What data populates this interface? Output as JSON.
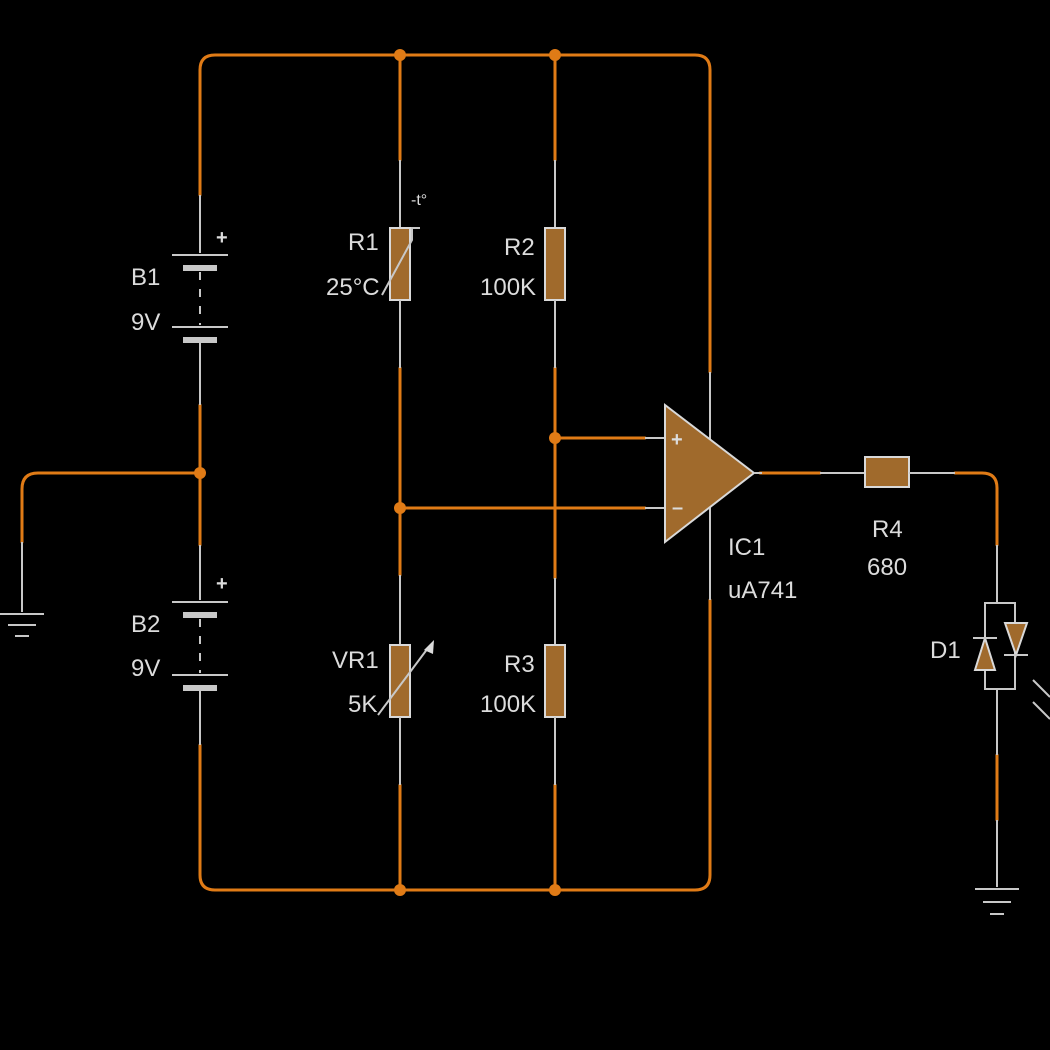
{
  "components": {
    "b1": {
      "ref": "B1",
      "value": "9V",
      "polarity": "+"
    },
    "b2": {
      "ref": "B2",
      "value": "9V",
      "polarity": "+"
    },
    "r1": {
      "ref": "R1",
      "value": "25°C",
      "note": "-t°"
    },
    "r2": {
      "ref": "R2",
      "value": "100K"
    },
    "r3": {
      "ref": "R3",
      "value": "100K"
    },
    "vr1": {
      "ref": "VR1",
      "value": "5K"
    },
    "ic1": {
      "ref": "IC1",
      "value": "uA741",
      "plus": "+",
      "minus": "–"
    },
    "r4": {
      "ref": "R4",
      "value": "680"
    },
    "d1": {
      "ref": "D1"
    }
  },
  "colors": {
    "wire": "#e07b16",
    "component": "#a06a2c",
    "lead": "#c8c8c8",
    "text": "#dcdcdc",
    "background": "#000000"
  }
}
